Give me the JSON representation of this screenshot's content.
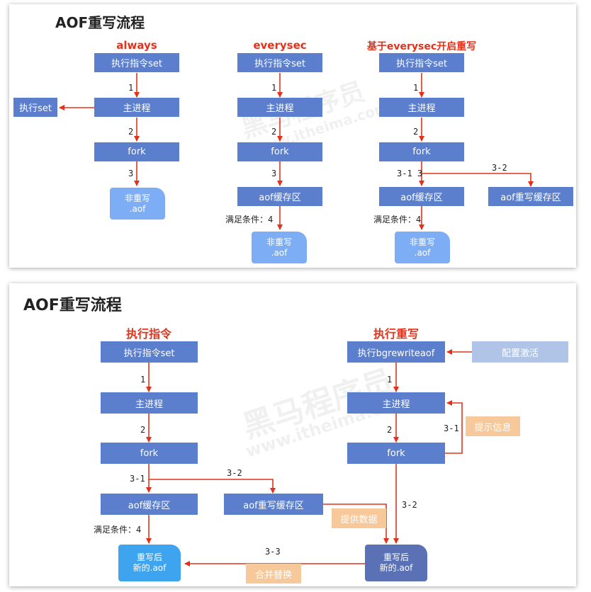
{
  "top": {
    "title": "AOF重写流程",
    "col1": {
      "heading": "always",
      "exec": "执行指令set",
      "main": "主进程",
      "fork": "fork",
      "side": "执行set",
      "file_line1": "非重写",
      "file_line2": ".aof",
      "step1": "1",
      "step2": "2",
      "step3": "3"
    },
    "col2": {
      "heading": "everysec",
      "exec": "执行指令set",
      "main": "主进程",
      "fork": "fork",
      "buffer": "aof缓存区",
      "condition": "满足条件：4",
      "file_line1": "非重写",
      "file_line2": ".aof",
      "step1": "1",
      "step2": "2",
      "step3": "3"
    },
    "col3": {
      "heading": "基于everysec开启重写",
      "exec": "执行指令set",
      "main": "主进程",
      "fork": "fork",
      "buffer": "aof缓存区",
      "rewrite_buffer": "aof重写缓存区",
      "condition": "满足条件：4",
      "file_line1": "非重写",
      "file_line2": ".aof",
      "step1": "1",
      "step2": "2",
      "step31": "3-1 3",
      "step32": "3-2"
    },
    "watermark_cn": "黑马程序员",
    "watermark_url": "www.itheima.com"
  },
  "bottom": {
    "title": "AOF重写流程",
    "left": {
      "heading": "执行指令",
      "exec": "执行指令set",
      "main": "主进程",
      "fork": "fork",
      "buffer": "aof缓存区",
      "rewrite_buffer": "aof重写缓存区",
      "condition": "满足条件：4",
      "file_line1": "重写后",
      "file_line2": "新的.aof",
      "step1": "1",
      "step2": "2",
      "step31": "3-1",
      "step32": "3-2"
    },
    "right": {
      "heading": "执行重写",
      "exec": "执行bgrewriteaof",
      "config": "配置激活",
      "main": "主进程",
      "fork": "fork",
      "hint": "提示信息",
      "provide": "提供数据",
      "merge": "合并替换",
      "file_line1": "重写后",
      "file_line2": "新的.aof",
      "step1": "1",
      "step2": "2",
      "step31": "3-1",
      "step32": "3-2",
      "step33": "3-3"
    },
    "watermark_cn": "黑马程序员",
    "watermark_url": "www.itheima.com"
  },
  "colors": {
    "box": "#5b7fcd",
    "config_box": "#afc4e6",
    "label_box": "#f6c89a",
    "arrow": "#e2321b",
    "heading": "#e2321b"
  }
}
